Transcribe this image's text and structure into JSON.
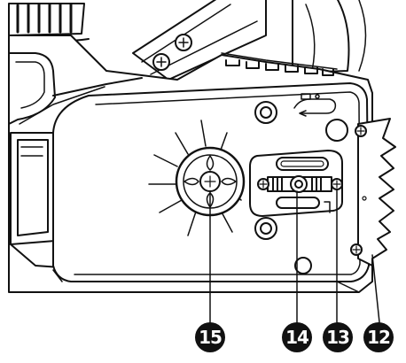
{
  "callouts": [
    {
      "id": "15",
      "label": "15",
      "part": "sprocket"
    },
    {
      "id": "14",
      "label": "14",
      "part": "bar-adjust-screw"
    },
    {
      "id": "13",
      "label": "13",
      "part": "tension-screw"
    },
    {
      "id": "12",
      "label": "12",
      "part": "bumper-spike"
    }
  ],
  "colors": {
    "line": "#111111",
    "fill": "#ffffff",
    "shade": "#d9d9d9",
    "callout_bg": "#111111",
    "callout_text": "#ffffff"
  }
}
